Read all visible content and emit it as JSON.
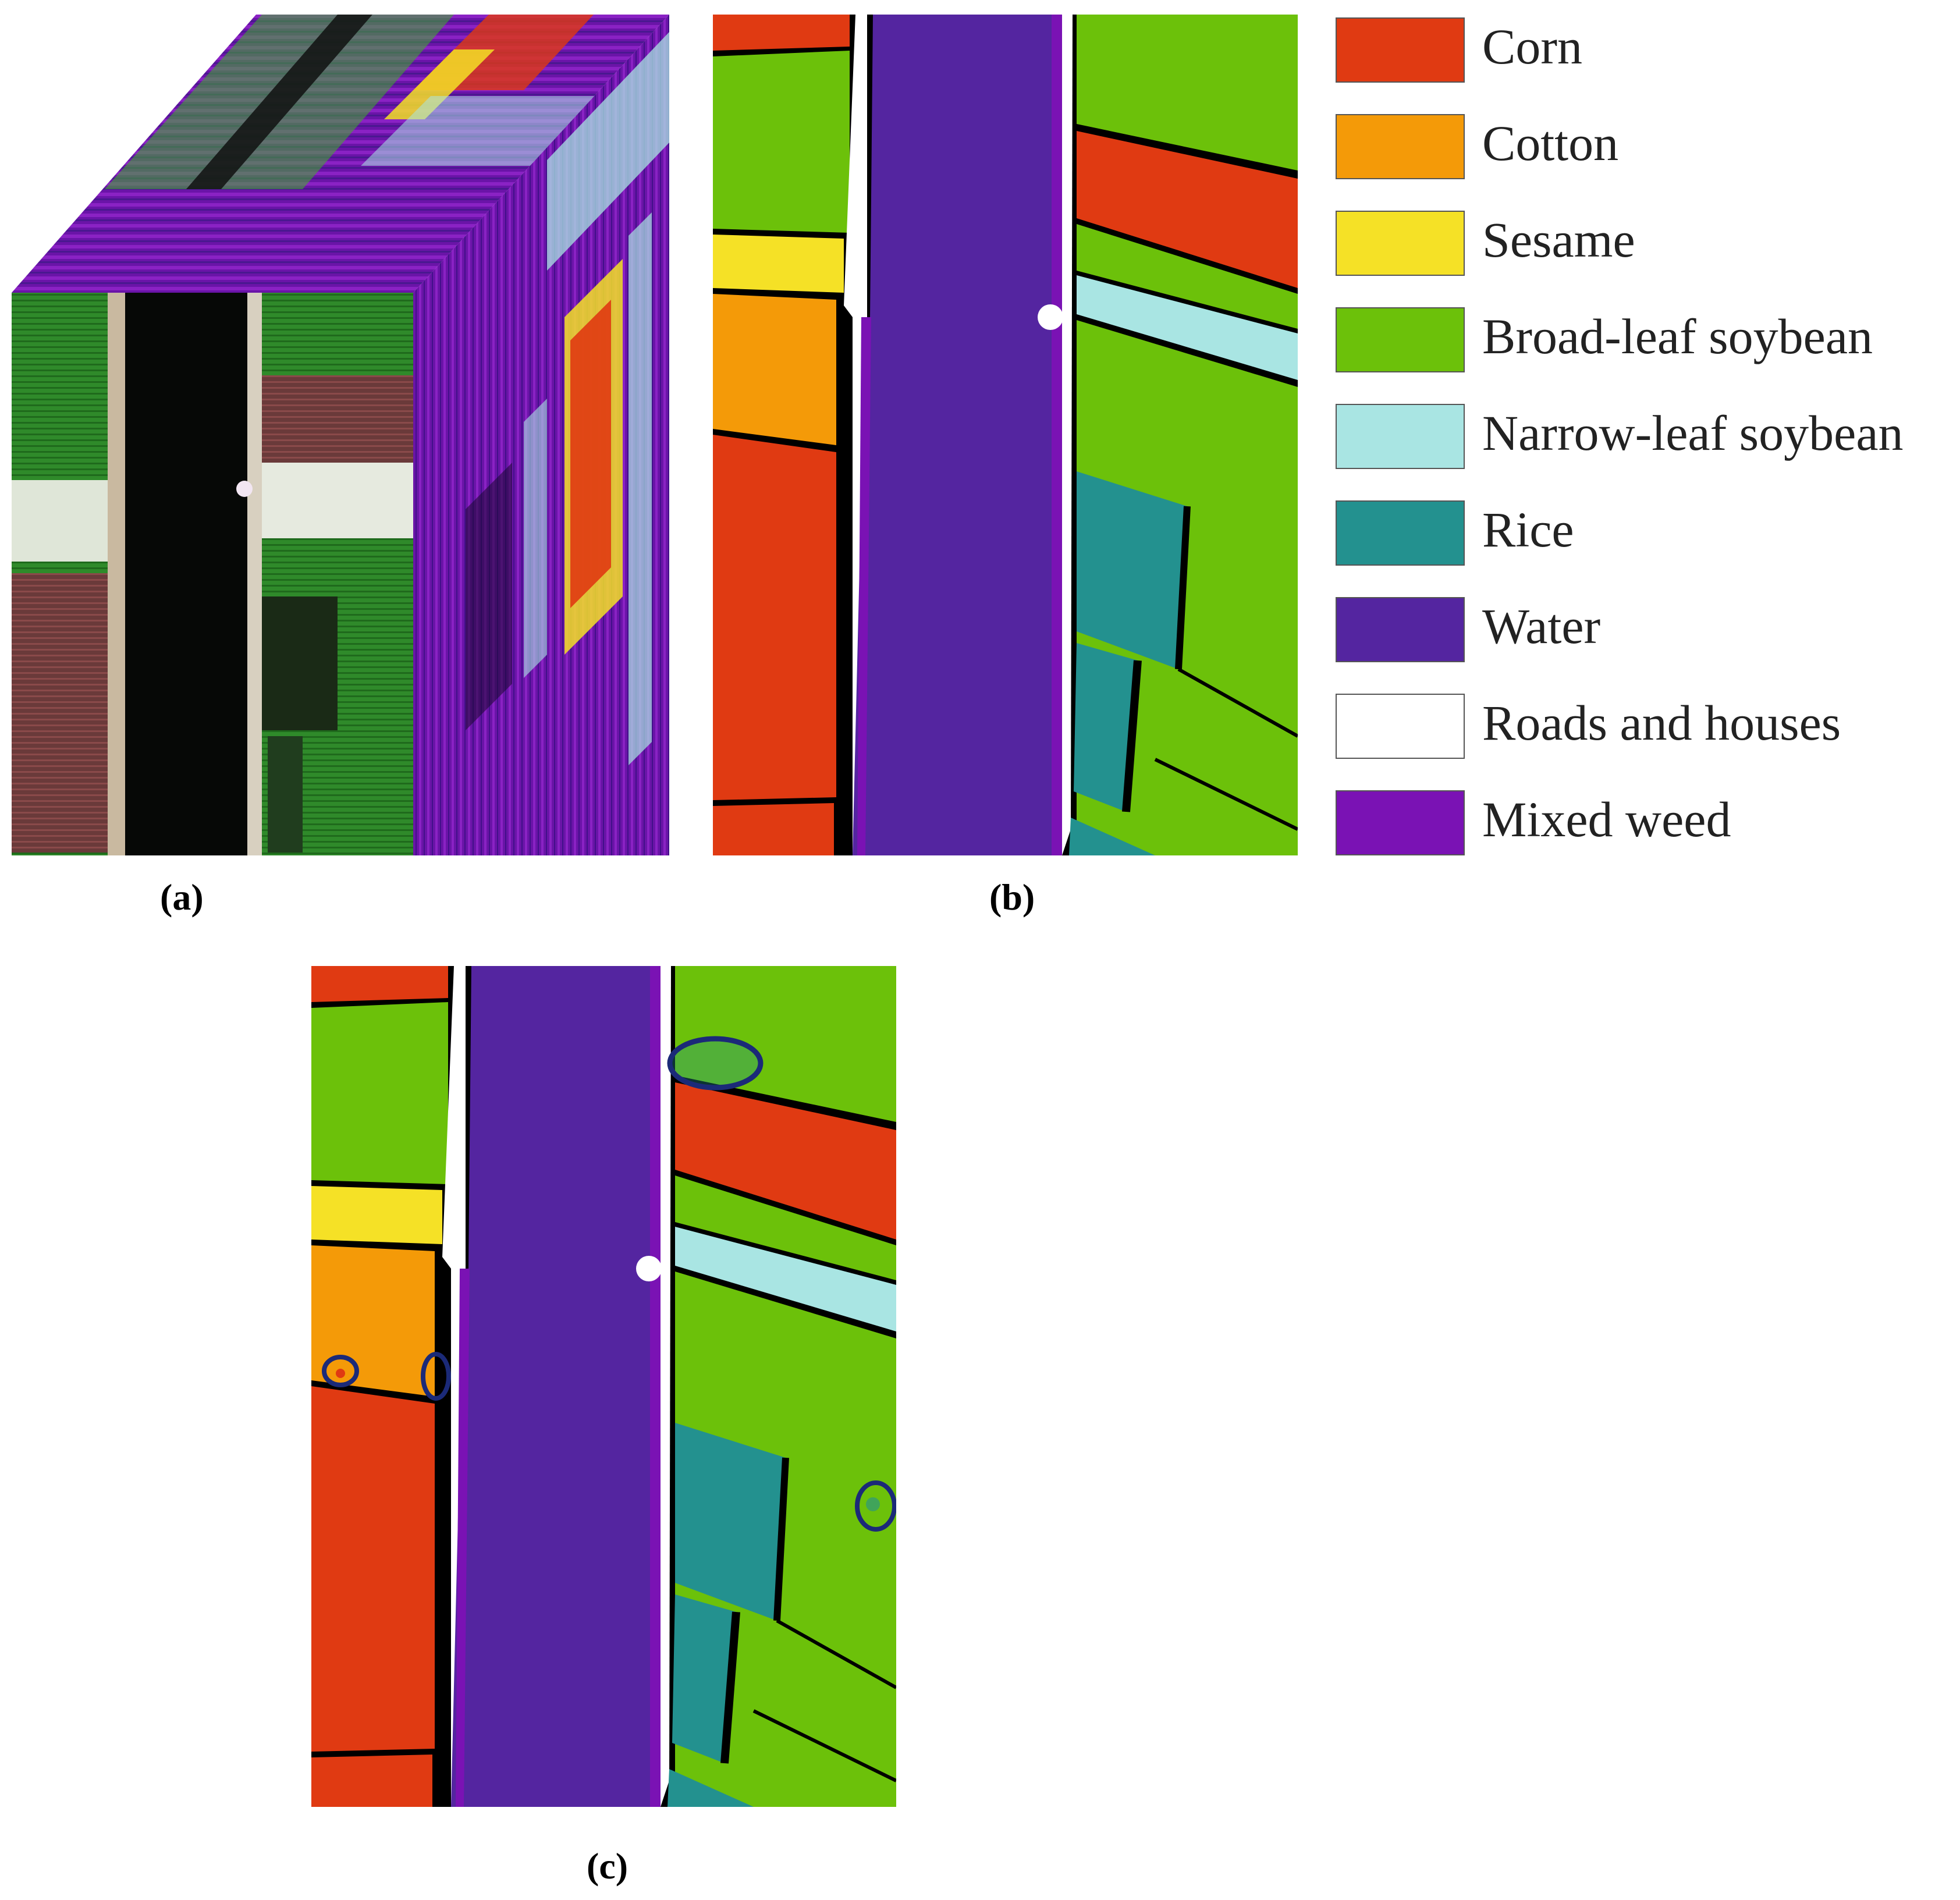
{
  "captions": {
    "a": "(a)",
    "b": "(b)",
    "c": "(c)"
  },
  "legend": {
    "items": [
      {
        "label": "Corn",
        "color": "#e03a12"
      },
      {
        "label": "Cotton",
        "color": "#f49a08"
      },
      {
        "label": "Sesame",
        "color": "#f5e126"
      },
      {
        "label": "Broad-leaf soybean",
        "color": "#6cc10a"
      },
      {
        "label": "Narrow-leaf soybean",
        "color": "#a9e5e3"
      },
      {
        "label": "Rice",
        "color": "#23918f"
      },
      {
        "label": "Water",
        "color": "#5425a0"
      },
      {
        "label": "Roads and houses",
        "color": "#ffffff"
      },
      {
        "label": "Mixed weed",
        "color": "#7a12b4"
      }
    ]
  },
  "colors": {
    "corn": "#e03a12",
    "cotton": "#f49a08",
    "sesame": "#f5e126",
    "broadleaf_soybean": "#6cc10a",
    "narrowleaf_soybean": "#a9e5e3",
    "rice": "#23918f",
    "water": "#5425a0",
    "roads": "#ffffff",
    "mixed_weed": "#7a12b4",
    "boundary": "#000000",
    "error_marker": "#1b2a78"
  }
}
